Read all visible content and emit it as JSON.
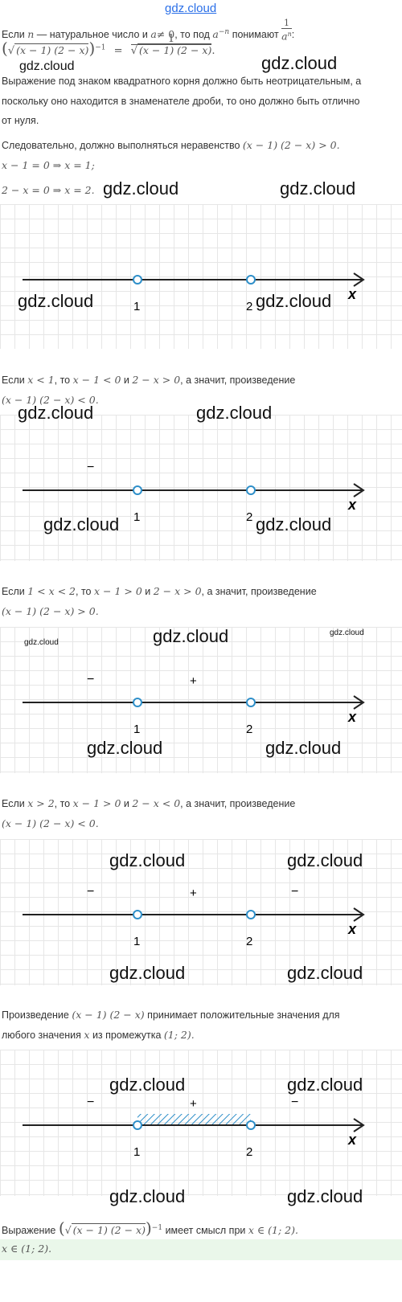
{
  "watermark": {
    "top": "gdz.cloud",
    "label": "gdz.cloud",
    "small": "gdz.cloud"
  },
  "intro": {
    "t1": "Если",
    "n": "n",
    "t2": "— натуральное число и",
    "a": "a",
    "neq0": "≠ 0",
    "t3": ", то под",
    "aneg": "a",
    "neg_n": "−n",
    "t4": "понимают",
    "frac_num": "1",
    "frac_den_a": "a",
    "frac_den_n": "n",
    "colon": ":"
  },
  "formula": {
    "lhs_open": "(",
    "lhs_root": "√",
    "lhs_radicand": "(x − 1) (2 − x)",
    "lhs_close": ")",
    "exp": "−1",
    "eq": "=",
    "rhs_num": "1",
    "rhs_root": "√",
    "rhs_radicand": "(x − 1) (2 − x)",
    "dot": "."
  },
  "paragraphs": {
    "p1_line1": "Выражение под знаком квадратного корня должно быть неотрицательным, а",
    "p1_line2": "поскольку оно находится в знаменателе дроби, то оно должно быть отлично",
    "p1_line3": "от нуля.",
    "p2_text": "Следовательно, должно выполняться неравенство",
    "p2_math": "(x − 1) (2 − x) > 0.",
    "eq1": "x − 1 = 0 ⇒ x = 1;",
    "eq2": "2 − x = 0 ⇒ x = 2."
  },
  "case1": {
    "t1": "Если",
    "c1": "x < 1",
    "t2": ", то",
    "c2": "x − 1 < 0",
    "t3": "и",
    "c3": "2 − x > 0",
    "t4": ", а значит, произведение",
    "c4": "(x − 1) (2 − x) < 0."
  },
  "case2": {
    "t1": "Если",
    "c1": "1 < x < 2",
    "t2": ", то",
    "c2": "x − 1 > 0",
    "t3": "и",
    "c3": "2 − x > 0",
    "t4": ", а значит, произведение",
    "c4": "(x − 1) (2 − x) > 0."
  },
  "case3": {
    "t1": "Если",
    "c1": "x > 2",
    "t2": ", то",
    "c2": "x − 1 > 0",
    "t3": "и",
    "c3": "2 − x < 0",
    "t4": ", а значит, произведение",
    "c4": "(x − 1) (2 − x) < 0."
  },
  "conclusion": {
    "t1": "Произведение",
    "c1": "(x − 1) (2 − x)",
    "t2": "принимает положительные значения для",
    "t3": "любого значения",
    "c2": "x",
    "t4": "из промежутка",
    "c3": "(1;  2)."
  },
  "final": {
    "t1": "Выражение",
    "open": "(",
    "root": "√",
    "radicand": "(x − 1) (2 − x)",
    "close": ")",
    "exp": "−1",
    "t2": "имеет смысл при",
    "c1": "x ∈ (1;  2).",
    "answer": "x ∈ (1;  2)."
  },
  "number_line": {
    "axis_label": "x",
    "point1": "1",
    "point2": "2",
    "minus": "−",
    "plus": "+"
  },
  "colors": {
    "point": "#2e8fc9",
    "hatch": "#2e8fc9",
    "answer_bg": "#eaf7ea"
  }
}
